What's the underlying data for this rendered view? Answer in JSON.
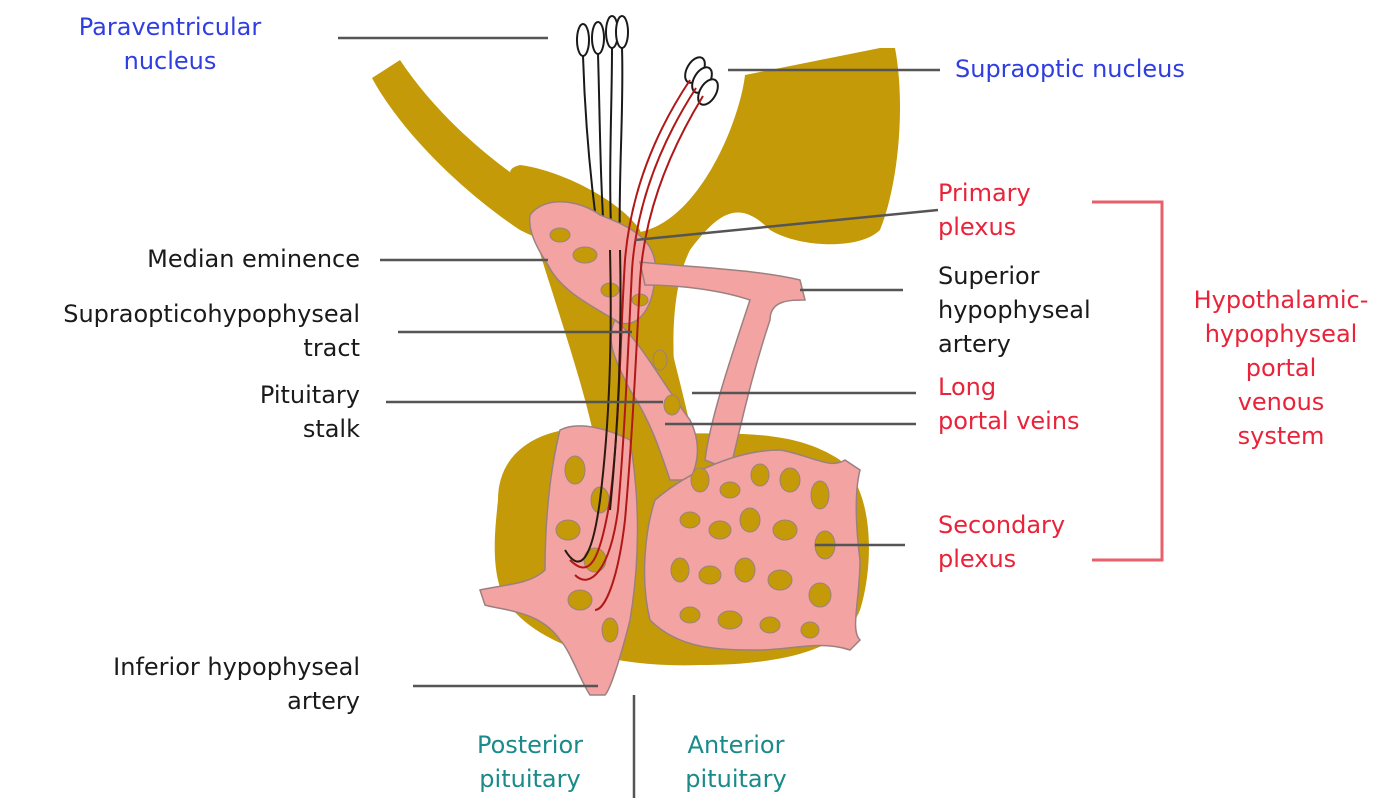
{
  "labels": {
    "paraventricular": [
      "Paraventricular",
      "nucleus"
    ],
    "supraoptic": "Supraoptic nucleus",
    "primary_plexus": [
      "Primary",
      "plexus"
    ],
    "median_eminence": "Median eminence",
    "superior_artery": [
      "Superior",
      "hypophyseal",
      "artery"
    ],
    "tract": [
      "Supraopticohypophyseal",
      "tract"
    ],
    "portal_system": [
      "Hypothalamic-",
      "hypophyseal",
      "portal",
      "venous",
      "system"
    ],
    "stalk": [
      "Pituitary",
      "stalk"
    ],
    "long_veins": [
      "Long",
      "portal veins"
    ],
    "secondary_plexus": [
      "Secondary",
      "plexus"
    ],
    "inferior_artery": [
      "Inferior hypophyseal",
      "artery"
    ],
    "posterior": [
      "Posterior",
      "pituitary"
    ],
    "anterior": [
      "Anterior",
      "pituitary"
    ]
  },
  "colors": {
    "tissue": "#c49a08",
    "vessel": "#f4a3a3",
    "vessel_outline": "#9c8080",
    "neuron_black": "#1a1a1a",
    "neuron_red": "#b01818",
    "nucleus_label": "#2f3ee0",
    "portal_label": "#e8233a",
    "region_label": "#1a8a8a",
    "leader": "#555555",
    "bracket": "#e8606a"
  }
}
